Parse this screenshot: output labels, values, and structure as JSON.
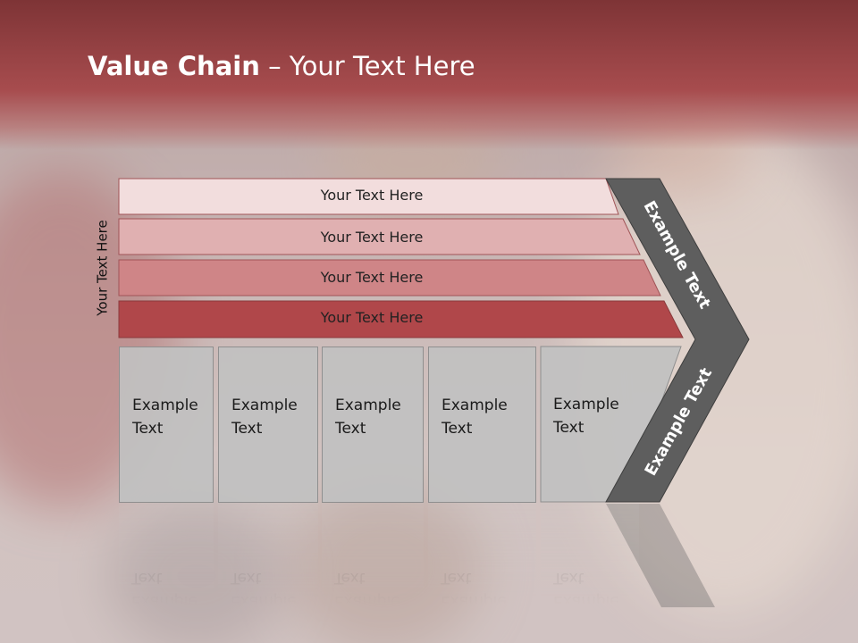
{
  "slide": {
    "title_bold": "Value Chain",
    "title_rest": " – Your Text Here",
    "side_label": "Your Text Here"
  },
  "support_bands": [
    {
      "label": "Your Text Here",
      "color": "#f2dddd"
    },
    {
      "label": "Your Text Here",
      "color": "#e0b0b1"
    },
    {
      "label": "Your Text Here",
      "color": "#cf8587"
    },
    {
      "label": "Your Text Here",
      "color": "#b0474a"
    }
  ],
  "primary_boxes": [
    {
      "text": "Example\nText"
    },
    {
      "text": "Example\nText"
    },
    {
      "text": "Example\nText"
    },
    {
      "text": "Example\nText"
    },
    {
      "text": "Example\nText"
    }
  ],
  "chevron": {
    "upper_text": "Example Text",
    "lower_text": "Example Text",
    "color": "#5e5e5e"
  },
  "theme": {
    "header_color": "#a74c4e"
  }
}
